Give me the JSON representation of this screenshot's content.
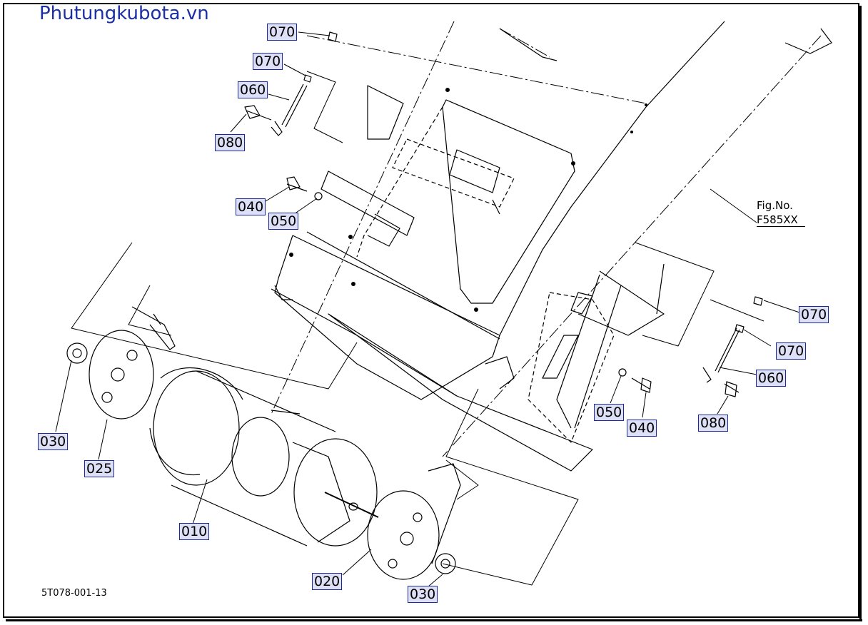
{
  "watermark": "Phutungkubota.vn",
  "figure": {
    "label": "Fig.No.",
    "code": "F585XX"
  },
  "document_id": "5T078-001-13",
  "callouts": {
    "c070_a": "070",
    "c070_b": "070",
    "c060_a": "060",
    "c080_a": "080",
    "c040_a": "040",
    "c050_a": "050",
    "c070_c": "070",
    "c070_d": "070",
    "c060_b": "060",
    "c050_b": "050",
    "c040_b": "040",
    "c080_b": "080",
    "c030_a": "030",
    "c025": "025",
    "c010": "010",
    "c020": "020",
    "c030_b": "030"
  },
  "colors": {
    "label_fill": "#dde0f6",
    "label_border": "#1a2a9a",
    "watermark": "#1a2fa8",
    "line": "#000000"
  }
}
